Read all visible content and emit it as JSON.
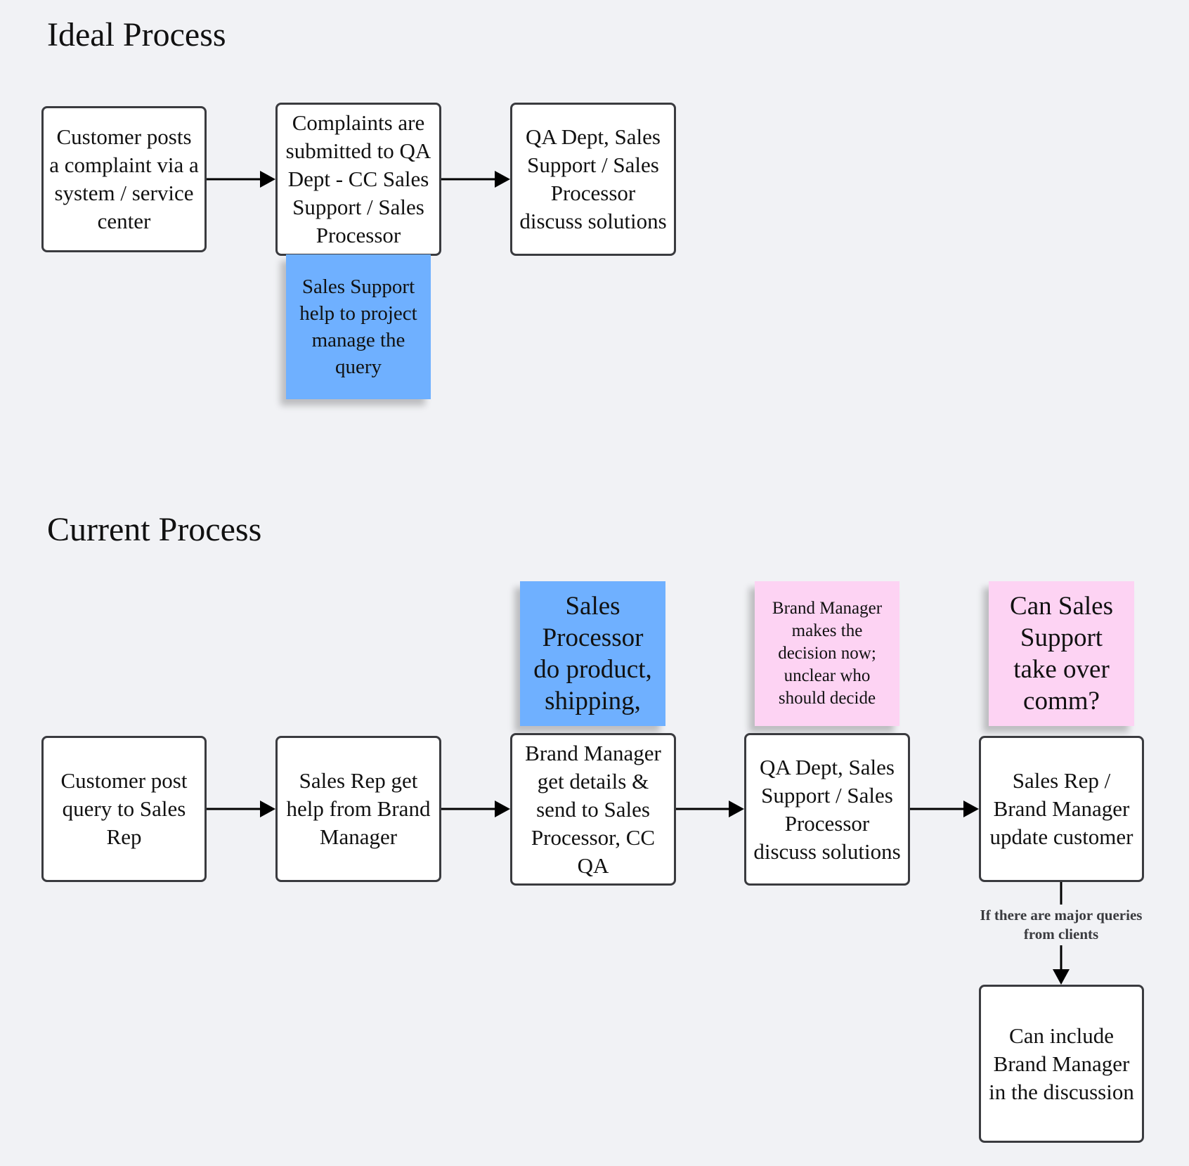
{
  "ideal": {
    "title": "Ideal Process",
    "steps": [
      "Customer posts a complaint via a system / service center",
      "Complaints are submitted to QA Dept - CC Sales Support / Sales Processor",
      "QA Dept, Sales Support / Sales Processor discuss solutions"
    ],
    "note": "Sales Support help to project manage the query"
  },
  "current": {
    "title": "Current Process",
    "steps": [
      "Customer post query to Sales Rep",
      "Sales Rep get help from Brand Manager",
      "Brand Manager get details & send to Sales Processor, CC QA",
      "QA Dept, Sales Support / Sales Processor discuss solutions",
      "Sales Rep / Brand Manager update customer",
      "Can include Brand Manager in the discussion"
    ],
    "notes": [
      "Sales Processor do product, shipping,",
      "Brand Manager makes the decision now; unclear who should decide",
      "Can Sales Support take over comm?"
    ],
    "edge_label": "If there are major queries from clients"
  },
  "colors": {
    "background": "#f1f2f5",
    "box_border": "#3a3b3f",
    "sticky_blue": "#6fb0ff",
    "sticky_pink": "#fdd3f3",
    "connector": "#000000"
  }
}
